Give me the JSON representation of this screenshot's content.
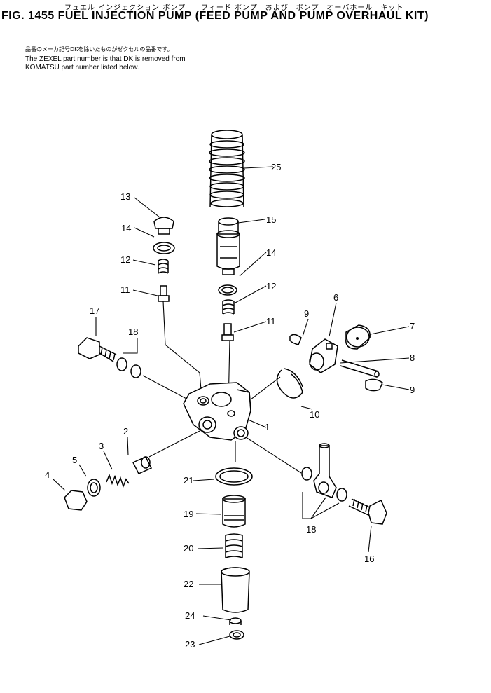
{
  "header": {
    "jp_title": "フュエル インジェクション ポンプ　　フィード ポンプ　および　ポンプ　オーバホール　キット",
    "title": "FIG. 1455  FUEL INJECTION PUMP (FEED PUMP AND PUMP OVERHAUL KIT)"
  },
  "note": {
    "jp": "品番のメーカ記号DKを除いたものがゼクセルの品番です。",
    "line1": "The ZEXEL part number is that DK is removed from",
    "line2": "KOMATSU part number listed below."
  },
  "callouts": {
    "c25": "25",
    "c13": "13",
    "c15": "15",
    "c14a": "14",
    "c14b": "14",
    "c12a": "12",
    "c12b": "12",
    "c11a": "11",
    "c11b": "11",
    "c17": "17",
    "c18a": "18",
    "c9a": "9",
    "c6": "6",
    "c7": "7",
    "c8": "8",
    "c9b": "9",
    "c10": "10",
    "c1": "1",
    "c2": "2",
    "c3": "3",
    "c5": "5",
    "c4": "4",
    "c21": "21",
    "c19": "19",
    "c20": "20",
    "c22": "22",
    "c24": "24",
    "c23": "23",
    "c18b": "18",
    "c16": "16"
  }
}
